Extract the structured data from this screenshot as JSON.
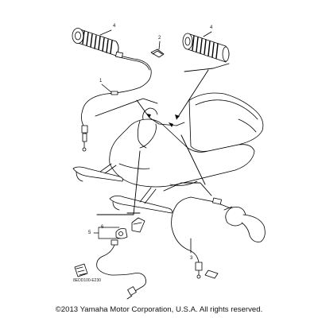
{
  "diagram": {
    "callouts": {
      "grip_left": "4",
      "grip_right": "4",
      "clip": "2",
      "cable_top": "1",
      "item_6": "6",
      "item_5": "5",
      "cable_right": "3"
    },
    "part_code": "8EDD100-E230",
    "copyright": "©2013 Yamaha Motor Corporation, U.S.A. All rights reserved."
  }
}
